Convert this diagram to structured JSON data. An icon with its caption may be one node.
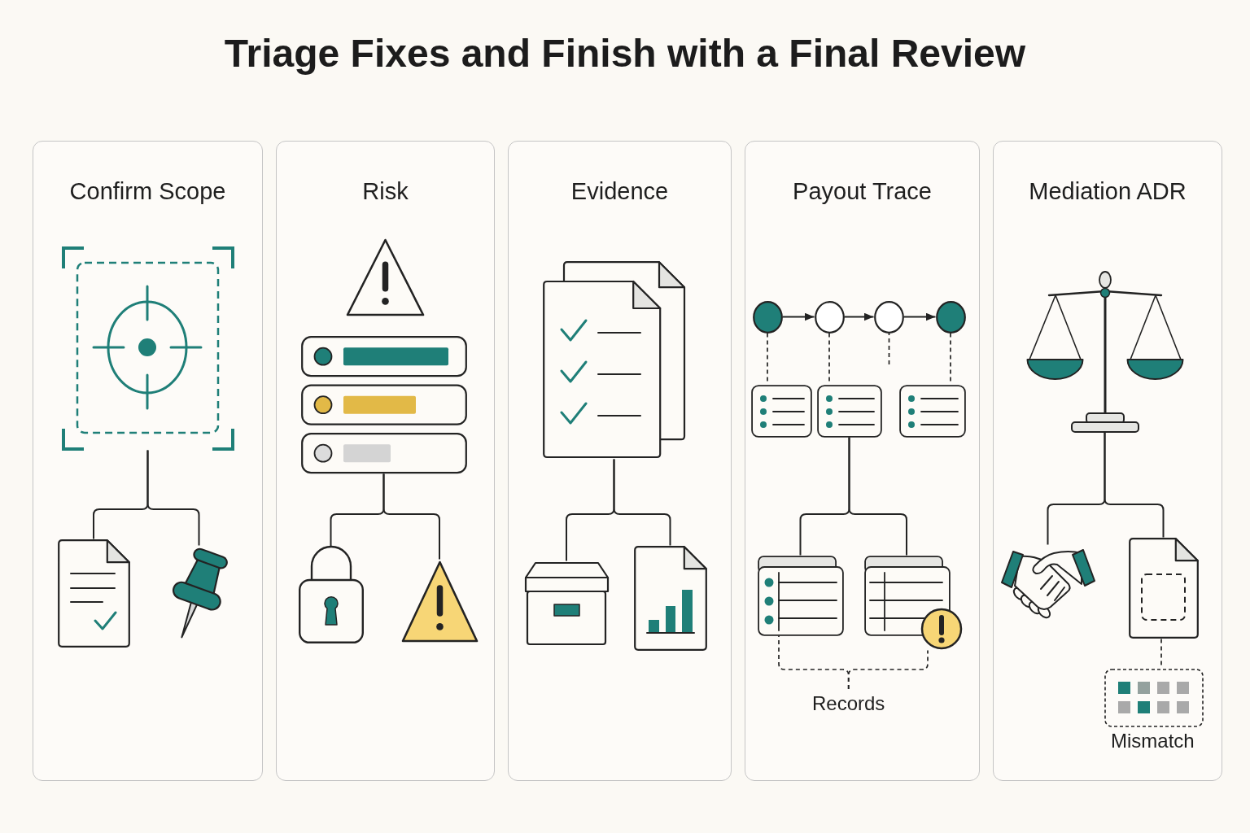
{
  "diagram": {
    "title": "Triage Fixes and Finish with a Final Review",
    "nodes": [
      {
        "text": [
          "Confirm Scope"
        ]
      },
      {
        "text": [],
        "shape": "picture",
        "in": 0
      },
      {
        "text": [],
        "shape": "picture",
        "in": 0
      },
      {
        "text": [],
        "shape": "picture",
        "in": 0
      },
      {
        "text": [
          "Risk"
        ]
      },
      {
        "text": [],
        "shape": "picture",
        "in": 4
      },
      {
        "text": [],
        "shape": "picture",
        "in": 4
      },
      {
        "text": [],
        "shape": "picture",
        "in": 4
      },
      {
        "text": [
          "Evidence"
        ]
      },
      {
        "text": [],
        "shape": "picture",
        "in": 8
      },
      {
        "text": [],
        "shape": "picture",
        "in": 8
      },
      {
        "text": [],
        "shape": "picture",
        "in": 8
      },
      {
        "text": [
          "Payout Trace"
        ]
      },
      {
        "text": [],
        "shape": "circle",
        "in": 12
      },
      {
        "text": [],
        "shape": "circle",
        "in": 12
      },
      {
        "text": [],
        "shape": "circle",
        "in": 12
      },
      {
        "text": [],
        "shape": "circle",
        "in": 12
      },
      {
        "text": [],
        "shape": "picture",
        "in": 12
      },
      {
        "text": [],
        "shape": "picture",
        "in": 12
      },
      {
        "text": [],
        "shape": "picture",
        "in": 12
      },
      {
        "text": [],
        "shape": "picture",
        "in": 12
      },
      {
        "text": [],
        "shape": "picture",
        "in": 12
      },
      {
        "text": [
          "Records"
        ],
        "in": 12
      },
      {
        "text": [
          "Mediation ADR"
        ]
      },
      {
        "text": [],
        "shape": "picture",
        "in": 23
      },
      {
        "text": [],
        "shape": "picture",
        "in": 23
      },
      {
        "text": [],
        "shape": "picture",
        "in": 23
      },
      {
        "text": [],
        "shape": "picture",
        "in": 23,
        "beside": [
          "Mismatch"
        ]
      }
    ],
    "edges": [
      {
        "from": 1,
        "to": 2,
        "arrow": "none"
      },
      {
        "from": 1,
        "to": 3,
        "arrow": "none"
      },
      {
        "from": 5,
        "to": 6,
        "arrow": "none"
      },
      {
        "from": 5,
        "to": 7,
        "arrow": "none"
      },
      {
        "from": 9,
        "to": 10,
        "arrow": "none"
      },
      {
        "from": 9,
        "to": 11,
        "arrow": "none"
      },
      {
        "from": 13,
        "to": 14,
        "arrow": "to"
      },
      {
        "from": 14,
        "to": 15,
        "arrow": "to"
      },
      {
        "from": 15,
        "to": 16,
        "arrow": "to"
      },
      {
        "from": 13,
        "to": 17,
        "arrow": "none",
        "style": "dashed"
      },
      {
        "from": 14,
        "to": 18,
        "arrow": "none",
        "style": "dashed"
      },
      {
        "from": 15,
        "to": null,
        "arrow": "none",
        "style": "dashed"
      },
      {
        "from": 16,
        "to": 19,
        "arrow": "none",
        "style": "dashed"
      },
      {
        "from": 18,
        "to": 20,
        "arrow": "none"
      },
      {
        "from": 18,
        "to": 21,
        "arrow": "none"
      },
      {
        "from": 20,
        "to": 22,
        "arrow": "none",
        "style": "dashed"
      },
      {
        "from": 21,
        "to": 22,
        "arrow": "none",
        "style": "dashed"
      },
      {
        "from": 24,
        "to": 25,
        "arrow": "none"
      },
      {
        "from": 24,
        "to": 26,
        "arrow": "none"
      },
      {
        "from": 26,
        "to": 27,
        "arrow": "none",
        "style": "dashed"
      }
    ]
  }
}
